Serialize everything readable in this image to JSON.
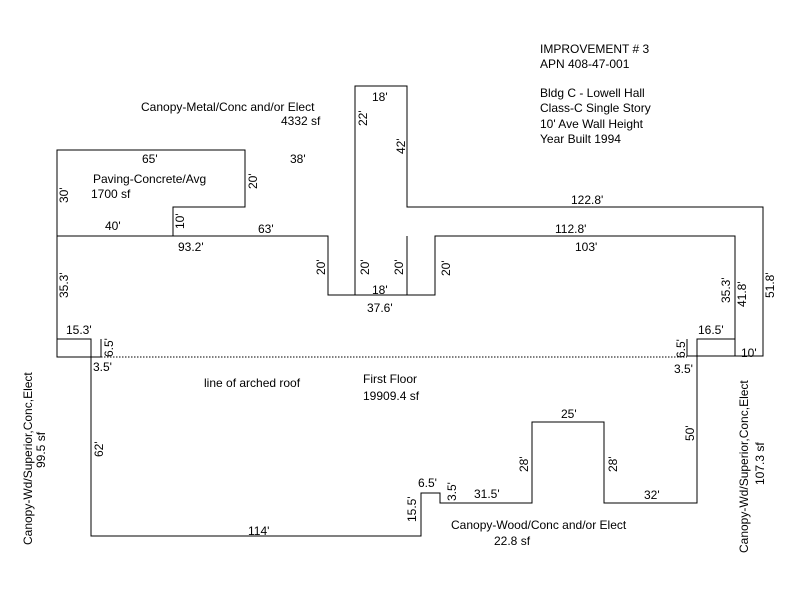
{
  "info": {
    "line1": "IMPROVEMENT # 3",
    "line2": "APN 408-47-001",
    "line3": "Bldg C - Lowell Hall",
    "line4": "Class-C Single Story",
    "line5": "10' Ave Wall Height",
    "line6": "Year Built 1994"
  },
  "areas": {
    "canopy_metal_name": "Canopy-Metal/Conc and/or Elect",
    "canopy_metal_sf": "4332 sf",
    "paving_name": "Paving-Concrete/Avg",
    "paving_sf": "1700 sf",
    "first_floor_name": "First Floor",
    "first_floor_sf": "19909.4 sf",
    "arched_roof_note": "line of arched roof",
    "canopy_wood_name": "Canopy-Wood/Conc and/or Elect",
    "canopy_wood_sf": "22.8 sf",
    "canopy_left_name": "Canopy-Wd/Superior,Conc,Elect",
    "canopy_left_sf": "99.5 sf",
    "canopy_right_name": "Canopy-Wd/Superior,Conc,Elect",
    "canopy_right_sf": "107.3 sf"
  },
  "dims": {
    "d18_top": "18'",
    "d22": "22'",
    "d42": "42'",
    "d65": "65'",
    "d38": "38'",
    "d20_paving": "20'",
    "d30": "30'",
    "d122_8": "122.8'",
    "d40": "40'",
    "d10_top": "10'",
    "d93_2": "93.2'",
    "d63": "63'",
    "d112_8": "112.8'",
    "d103": "103'",
    "d51_8": "51.8'",
    "d20_a": "20'",
    "d20_b": "20'",
    "d20_c": "20'",
    "d20_d": "20'",
    "d18_notch": "18'",
    "d37_6": "37.6'",
    "d35_3_left": "35.3'",
    "d35_3_right": "35.3'",
    "d41_8": "41.8'",
    "d15_3": "15.3'",
    "d6_5_left": "6.5'",
    "d3_5_left": "3.5'",
    "d16_5": "16.5'",
    "d6_5_right": "6.5'",
    "d10_right": "10'",
    "d3_5_right": "3.5'",
    "d62": "62'",
    "d114": "114'",
    "d15_5": "15.5'",
    "d6_5_bottom": "6.5'",
    "d3_5_bottom": "3.5'",
    "d31_5": "31.5'",
    "d28_left": "28'",
    "d25": "25'",
    "d28_right": "28'",
    "d32": "32'",
    "d50": "50'"
  }
}
